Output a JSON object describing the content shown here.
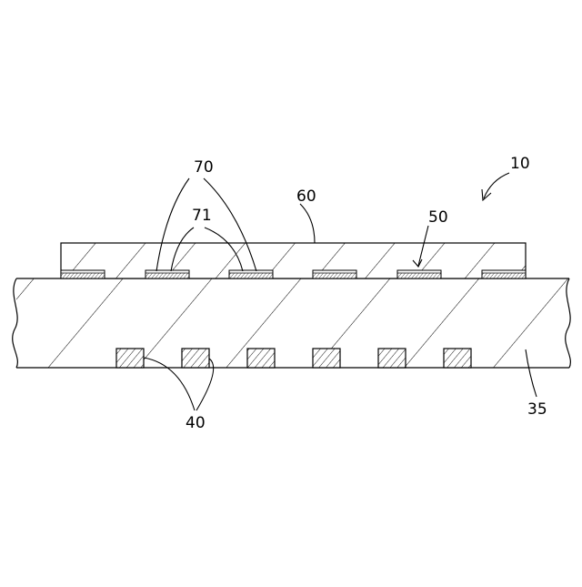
{
  "labels": {
    "device": "10",
    "substrate": "35",
    "embedded_electrodes": "40",
    "pad": "50",
    "cover_layer": "60",
    "conductive_pads": "70",
    "pad_surface": "71"
  }
}
